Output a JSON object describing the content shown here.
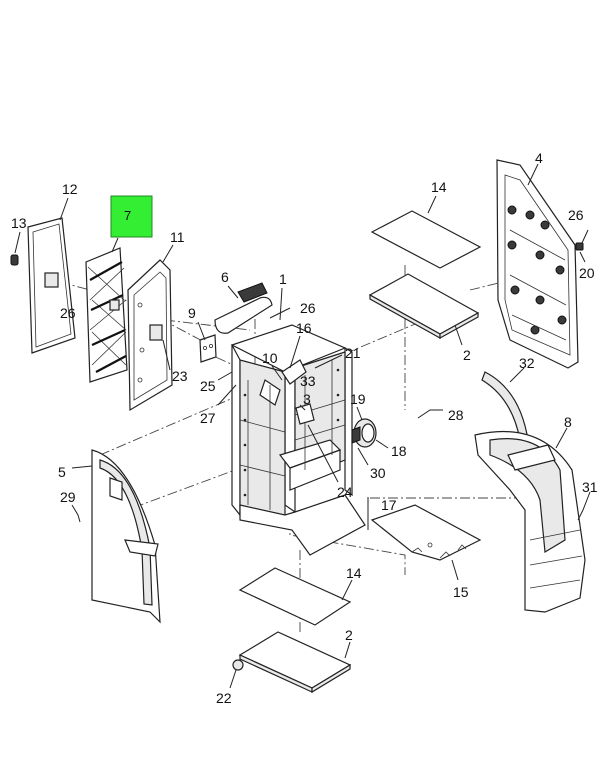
{
  "highlight": {
    "color": "#33ee33",
    "label": "7"
  },
  "callouts": {
    "c2a": "2",
    "c2b": "2",
    "c3": "3",
    "c4": "4",
    "c5": "5",
    "c6": "6",
    "c7": "7",
    "c8": "8",
    "c9": "9",
    "c10": "10",
    "c11": "11",
    "c12": "12",
    "c13": "13",
    "c14a": "14",
    "c14b": "14",
    "c15": "15",
    "c16": "16",
    "c17": "17",
    "c18": "18",
    "c19": "19",
    "c20": "20",
    "c21": "21",
    "c22": "22",
    "c23": "23",
    "c24": "24",
    "c25": "25",
    "c26a": "26",
    "c26b": "26",
    "c26c": "26",
    "c27": "27",
    "c28": "28",
    "c29": "29",
    "c30": "30",
    "c31": "31",
    "c32": "32",
    "c33": "33",
    "c1": "1"
  }
}
